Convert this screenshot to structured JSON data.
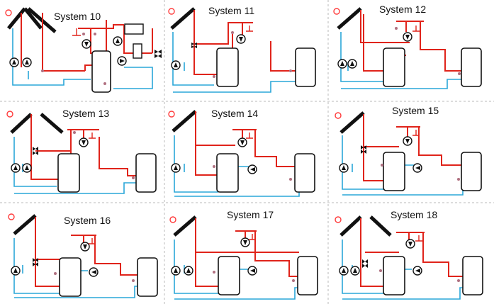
{
  "panels": [
    {
      "title": "System 10"
    },
    {
      "title": "System 11"
    },
    {
      "title": "System 12"
    },
    {
      "title": "System 13"
    },
    {
      "title": "System 14"
    },
    {
      "title": "System 15"
    },
    {
      "title": "System 16"
    },
    {
      "title": "System 17"
    },
    {
      "title": "System 18"
    }
  ],
  "colors": {
    "hot_pipe": "#e0241b",
    "cold_pipe": "#2aa7d8",
    "sensor": "#b07080",
    "sun": "#ff3b3b",
    "divider": "#b9b9b9"
  },
  "icons": [
    "sun-icon",
    "solar-collector-icon",
    "pump-icon",
    "valve-icon",
    "shower-icon",
    "storage-tank-icon",
    "radiator-icon",
    "boiler-icon",
    "temperature-sensor-icon"
  ]
}
